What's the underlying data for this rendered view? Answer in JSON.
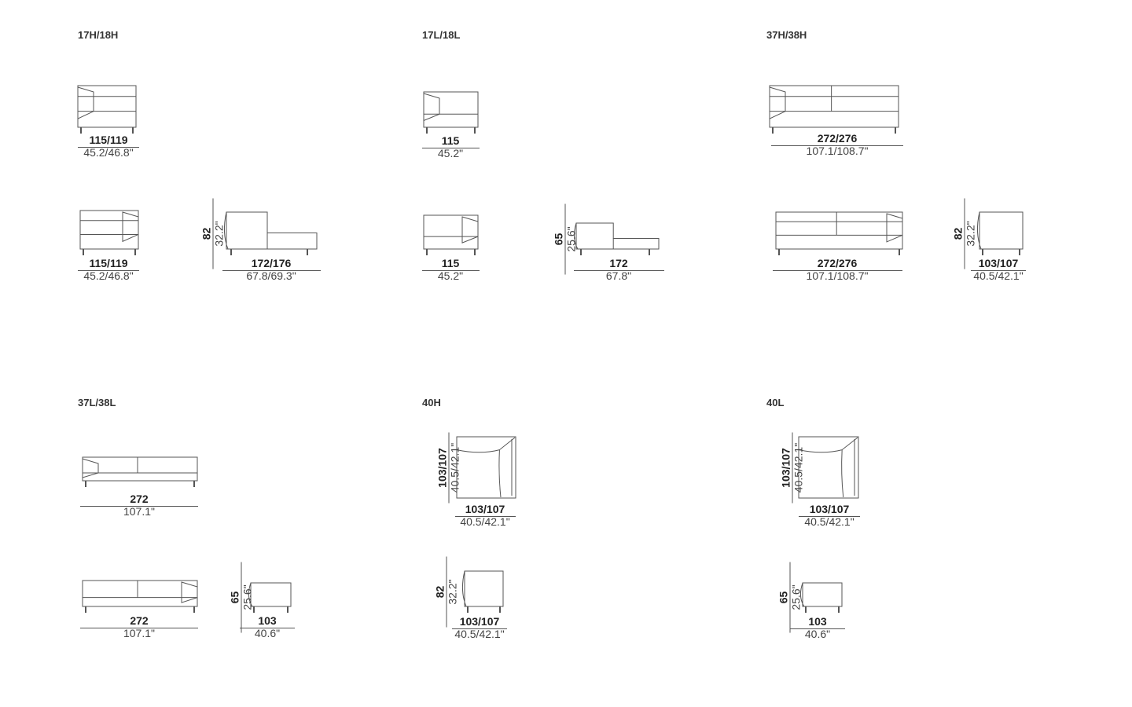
{
  "groups": [
    {
      "title": "17H/18H",
      "items": [
        {
          "kind": "front",
          "cm": "115/119",
          "in": "45.2/46.8\""
        },
        {
          "kind": "front",
          "cm": "115/119",
          "in": "45.2/46.8\""
        },
        {
          "kind": "side",
          "cm": "172/176",
          "in": "67.8/69.3\"",
          "h_cm": "82",
          "h_in": "32.2\""
        }
      ]
    },
    {
      "title": "17L/18L",
      "items": [
        {
          "kind": "front",
          "cm": "115",
          "in": "45.2\""
        },
        {
          "kind": "front",
          "cm": "115",
          "in": "45.2\""
        },
        {
          "kind": "side",
          "cm": "172",
          "in": "67.8\"",
          "h_cm": "65",
          "h_in": "25.6\""
        }
      ]
    },
    {
      "title": "37H/38H",
      "items": [
        {
          "kind": "front",
          "cm": "272/276",
          "in": "107.1/108.7\""
        },
        {
          "kind": "front",
          "cm": "272/276",
          "in": "107.1/108.7\""
        },
        {
          "kind": "side",
          "cm": "103/107",
          "in": "40.5/42.1\"",
          "h_cm": "82",
          "h_in": "32.2\""
        }
      ]
    },
    {
      "title": "37L/38L",
      "items": [
        {
          "kind": "front",
          "cm": "272",
          "in": "107.1\""
        },
        {
          "kind": "front",
          "cm": "272",
          "in": "107.1\""
        },
        {
          "kind": "side",
          "cm": "103",
          "in": "40.6\"",
          "h_cm": "65",
          "h_in": "25.6\""
        }
      ]
    },
    {
      "title": "40H",
      "items": [
        {
          "kind": "top",
          "cm": "103/107",
          "in": "40.5/42.1\"",
          "h_cm": "103/107",
          "h_in": "40.5/42.1\""
        },
        {
          "kind": "side",
          "cm": "103/107",
          "in": "40.5/42.1\"",
          "h_cm": "82",
          "h_in": "32.2\""
        }
      ]
    },
    {
      "title": "40L",
      "items": [
        {
          "kind": "top",
          "cm": "103/107",
          "in": "40.5/42.1\"",
          "h_cm": "103/107",
          "h_in": "40.5/42.1\""
        },
        {
          "kind": "side",
          "cm": "103",
          "in": "40.6\"",
          "h_cm": "65",
          "h_in": "25.6\""
        }
      ]
    }
  ]
}
